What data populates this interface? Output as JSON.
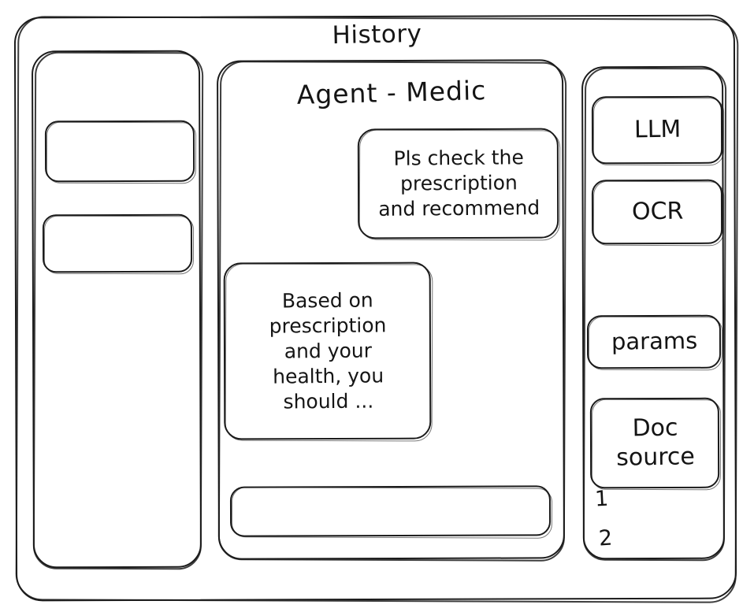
{
  "window": {
    "style": "hand-drawn-wireframe",
    "ink_color": "#1b1b1b",
    "background_color": "#ffffff"
  },
  "sidebar_left": {
    "title": "History",
    "items": [
      {
        "label": ""
      },
      {
        "label": ""
      }
    ]
  },
  "main": {
    "title": "Agent - Medic",
    "messages": [
      {
        "role": "user",
        "text": "Pls check the\nprescription\nand recommend"
      },
      {
        "role": "assistant",
        "text": "Based on\nprescription\nand your\nhealth, you\nshould ..."
      }
    ],
    "input": {
      "value": "",
      "placeholder": ""
    }
  },
  "sidebar_right": {
    "tools": [
      {
        "label": "LLM"
      },
      {
        "label": "OCR"
      },
      {
        "label": "params"
      },
      {
        "label": "Doc\nsource"
      }
    ],
    "doc_refs": [
      "1",
      "2"
    ]
  }
}
